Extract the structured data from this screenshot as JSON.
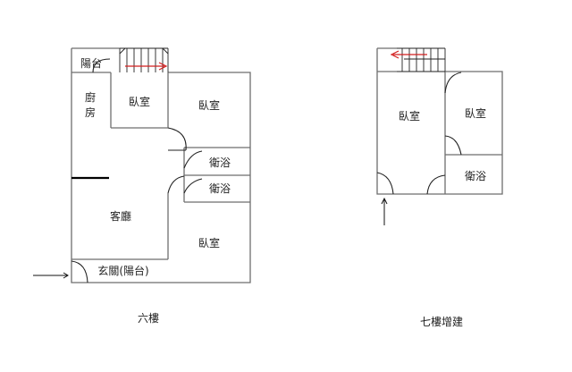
{
  "floor6": {
    "caption": "六樓",
    "rooms": {
      "balcony": "陽台",
      "kitchen_1": "廚",
      "kitchen_2": "房",
      "bedroom_small": "臥室",
      "bedroom_right_top": "臥室",
      "bath_1": "衛浴",
      "bath_2": "衛浴",
      "living": "客廳",
      "bedroom_right_bottom": "臥室",
      "entrance": "玄關(陽台)"
    }
  },
  "floor7": {
    "caption": "七樓增建",
    "rooms": {
      "bedroom_large": "臥室",
      "bedroom_right": "臥室",
      "bath": "衛浴"
    }
  },
  "colors": {
    "stair_arrow": "#d21e1e",
    "walls": "#6e6e6e"
  }
}
